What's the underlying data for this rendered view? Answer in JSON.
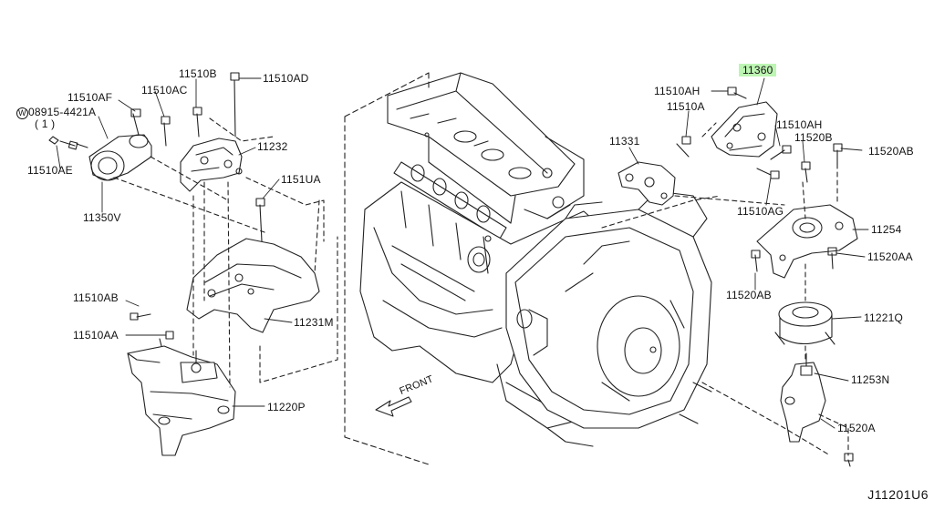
{
  "diagram": {
    "code": "J11201U6",
    "front_label": "FRONT",
    "note_w_prefix": "W",
    "note_qty": "( 1 )",
    "parts": [
      "11510AF",
      "08915-4421A",
      "11510AE",
      "11350V",
      "11510AC",
      "11510B",
      "11510AD",
      "11232",
      "1151UA",
      "11510AB",
      "11510AA",
      "11231M",
      "11220P",
      "11331",
      "11510AH",
      "11510A",
      "11360",
      "11510AH",
      "11520B",
      "11520AB",
      "11510AG",
      "11254",
      "11520AA",
      "11520AB",
      "11221Q",
      "11253N",
      "11520A"
    ]
  }
}
